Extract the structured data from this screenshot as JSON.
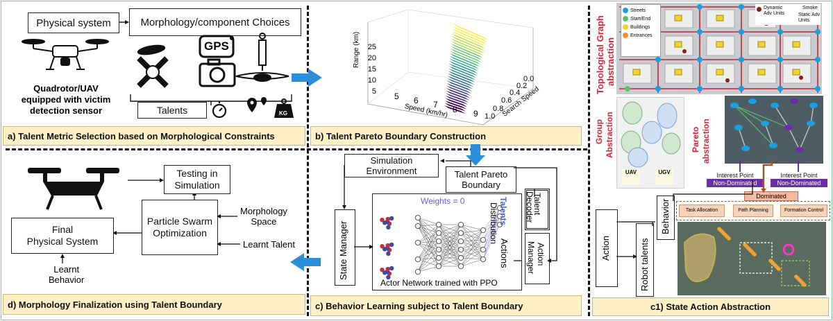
{
  "panel_a": {
    "physical_system": "Physical system",
    "morphology_choices": "Morphology/component Choices",
    "uav_caption_1": "Quadrotor/UAV",
    "uav_caption_2": "equipped with victim",
    "uav_caption_3": "detection sensor",
    "gps_label": "GPS",
    "kg_label": "KG",
    "talents": "Talents",
    "caption": "a) Talent Metric Selection based on Morphological Constraints"
  },
  "panel_b": {
    "caption": "b) Talent Pareto Boundary Construction",
    "axis_range": "Range (km)",
    "axis_speed": "Speed (km/hr)",
    "axis_search": "Search Speed",
    "range_ticks": [
      "25",
      "20",
      "15",
      "10",
      "5"
    ],
    "speed_ticks": [
      "5",
      "6",
      "7",
      "8",
      "9"
    ],
    "search_ticks": [
      "0.0",
      "0.2",
      "0.4",
      "0.6",
      "0.8",
      "1.0"
    ]
  },
  "panel_d": {
    "testing_1": "Testing in",
    "testing_2": "Simulation",
    "pso_1": "Particle Swarm",
    "pso_2": "Optimization",
    "morph_1": "Morphology",
    "morph_2": "Space",
    "learnt_talent": "Learnt Talent",
    "final_1": "Final",
    "final_2": "Physical System",
    "learnt_1": "Learnt",
    "learnt_2": "Behavior",
    "caption": "d) Morphology Finalization using Talent Boundary"
  },
  "panel_c": {
    "sim_env_1": "Simulation",
    "sim_env_2": "Environment",
    "pareto_1": "Talent Pareto",
    "pareto_2": "Boundary",
    "state_manager": "State Manager",
    "weights": "Weights = 0",
    "talents_dist": "Talents",
    "distribution": "Distribution",
    "talent_decoder_1": "Talent",
    "talent_decoder_2": "Decoder",
    "actions": "Actions",
    "action_manager_1": "Action",
    "action_manager_2": "Manager",
    "actor_network": "Actor Network trained with PPO",
    "caption": "c) Behavior Learning subject to Talent Boundary"
  },
  "panel_c1": {
    "topo_1": "Topological Graph",
    "topo_2": "abstraction",
    "legend": [
      "Streets",
      "Start/End",
      "Buildings",
      "Entrances"
    ],
    "dynamic_adv": "Dynamic Adv Units",
    "smoke": "Smoke",
    "static_adv": "Static Adv Units",
    "group_1": "Group",
    "group_2": "Abstraction",
    "uav": "UAV",
    "ugv": "UGV",
    "pareto_1": "Pareto",
    "pareto_2": "abstraction",
    "interest_point": "Interest Point",
    "non_dominated": "Non-Dominated",
    "dominated": "Dominated",
    "action": "Action",
    "robot_talents": "Robot talents",
    "behavior": "Behavior",
    "task_allocation": "Task Allocation",
    "path_planning": "Path Planning",
    "formation_control": "Formation Control",
    "caption": "c1) State Action Abstraction"
  },
  "colors": {
    "caption_bg": "#fdf0c6",
    "arrow_blue": "#2a8fd8",
    "red_label": "#d8243a",
    "purple": "#6b2fa3",
    "dominated_bg": "#f6b8a0"
  }
}
